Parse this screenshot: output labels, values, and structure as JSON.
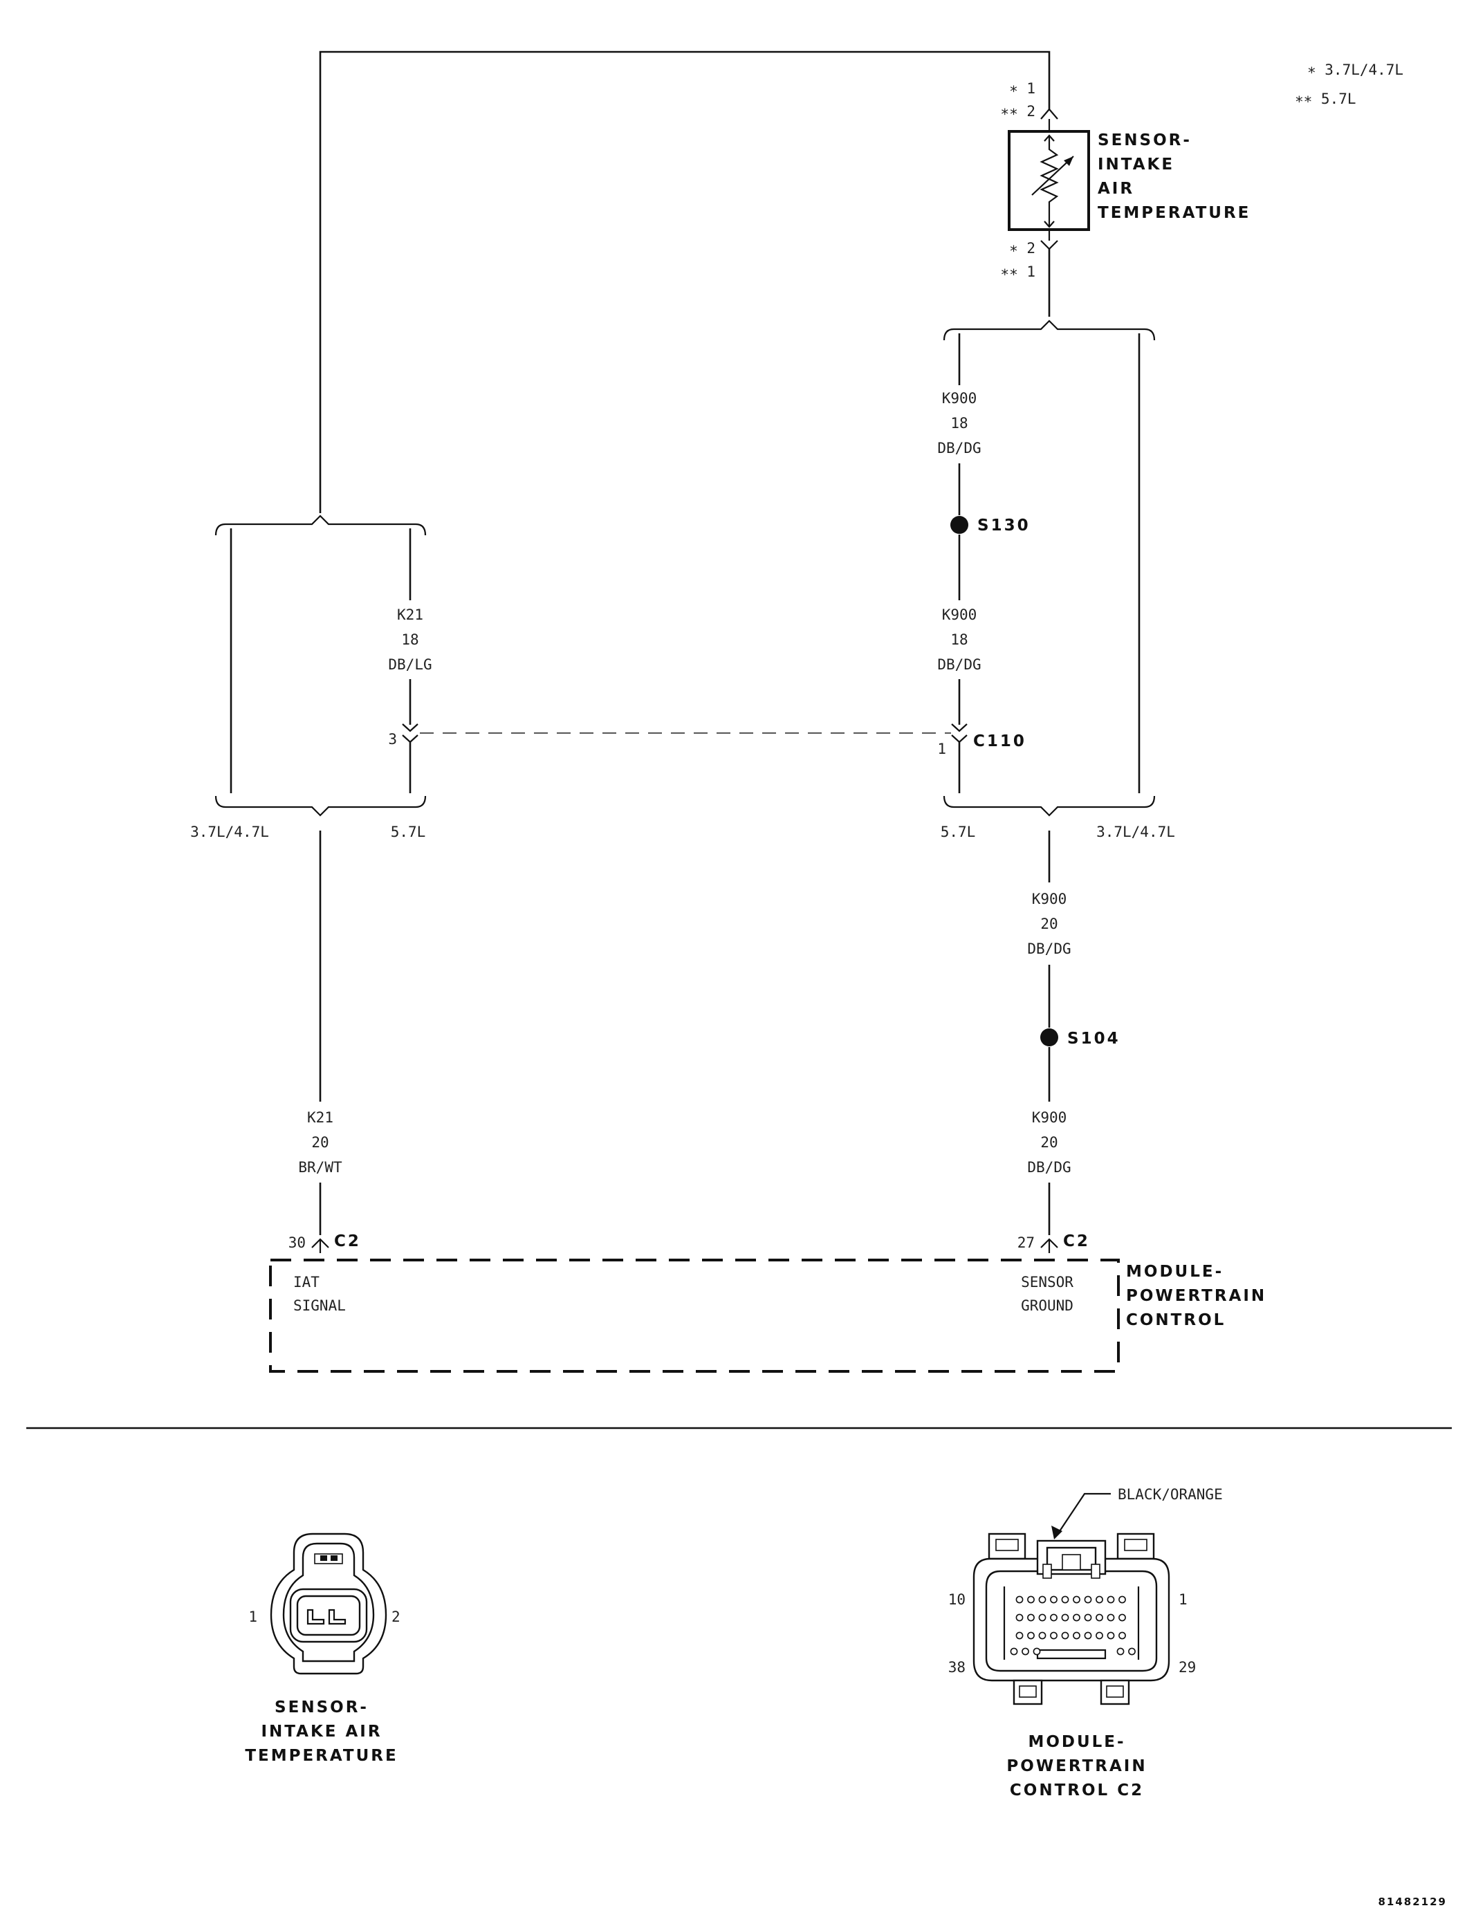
{
  "legend": {
    "single_star": "∗ 3.7L/4.7L",
    "double_star": "∗∗ 5.7L"
  },
  "iat_sensor": {
    "title_lines": [
      "SENSOR-",
      "INTAKE",
      "AIR",
      "TEMPERATURE"
    ],
    "top_pins": [
      "∗ 1",
      "∗∗ 2"
    ],
    "bottom_pins": [
      "∗ 2",
      "∗∗ 1"
    ]
  },
  "wires": {
    "k900_upper": [
      "K900",
      "18",
      "DB/DG"
    ],
    "k900_middle": [
      "K900",
      "18",
      "DB/DG"
    ],
    "k21_upper": [
      "K21",
      "18",
      "DB/LG"
    ],
    "k900_lower_a": [
      "K900",
      "20",
      "DB/DG"
    ],
    "k900_lower_b": [
      "K900",
      "20",
      "DB/DG"
    ],
    "k21_lower": [
      "K21",
      "20",
      "BR/WT"
    ]
  },
  "splices": {
    "s130": "S130",
    "s104": "S104"
  },
  "c110": {
    "label": "C110",
    "pin_left": "3",
    "pin_right": "1"
  },
  "branch_labels": {
    "left_a": "3.7L/4.7L",
    "left_b": "5.7L",
    "right_a": "5.7L",
    "right_b": "3.7L/4.7L"
  },
  "pcm": {
    "title_lines": [
      "MODULE-",
      "POWERTRAIN",
      "CONTROL"
    ],
    "pin_30": "30",
    "pin_27": "27",
    "connector": "C2",
    "iat_lines": [
      "IAT",
      "SIGNAL"
    ],
    "ground_lines": [
      "SENSOR",
      "GROUND"
    ]
  },
  "connector_views": {
    "iat": {
      "pin_1": "1",
      "pin_2": "2",
      "title_lines": [
        "SENSOR-",
        "INTAKE AIR",
        "TEMPERATURE"
      ]
    },
    "pcm_c2": {
      "callout": "BLACK/ORANGE",
      "pin_10": "10",
      "pin_1": "1",
      "pin_38": "38",
      "pin_29": "29",
      "title_lines": [
        "MODULE-",
        "POWERTRAIN",
        "CONTROL C2"
      ]
    }
  },
  "figure_id": "81482129"
}
